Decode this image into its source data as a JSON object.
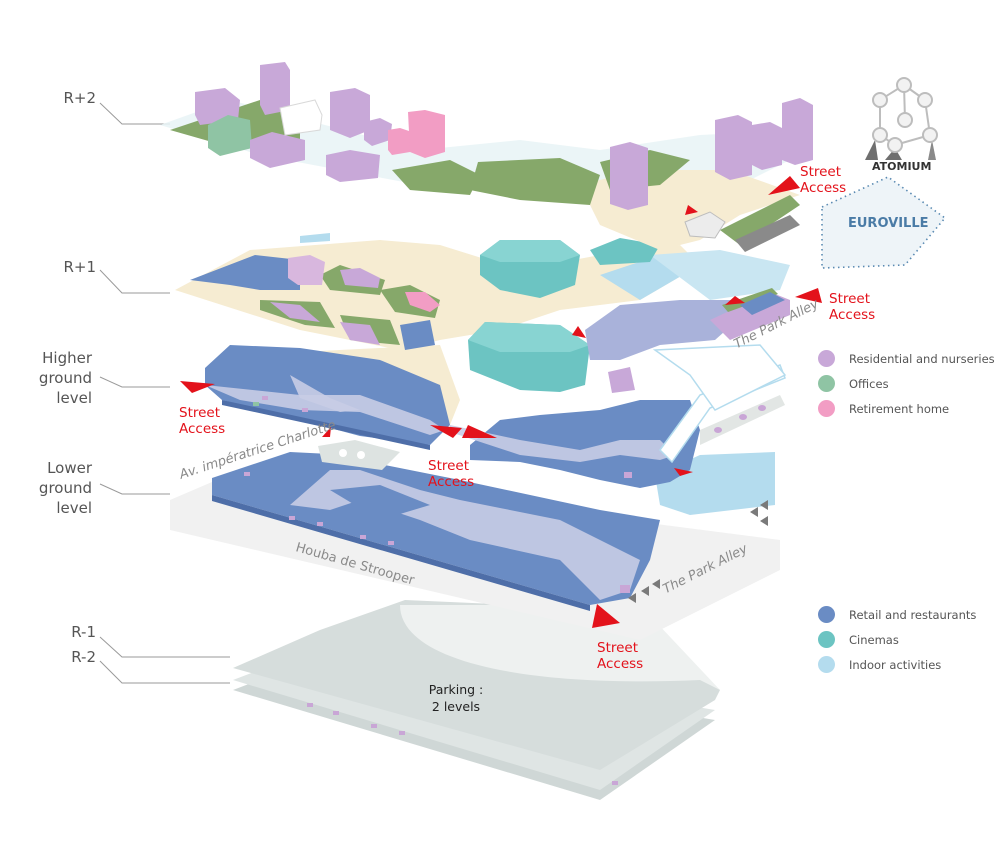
{
  "diagram": {
    "type": "exploded-axonometric",
    "levels": [
      {
        "id": "r+2",
        "label": "R+2"
      },
      {
        "id": "r+1",
        "label": "R+1"
      },
      {
        "id": "higher-ground",
        "label": "Higher ground level"
      },
      {
        "id": "lower-ground",
        "label": "Lower ground level"
      },
      {
        "id": "r-1",
        "label": "R-1"
      },
      {
        "id": "r-2",
        "label": "R-2"
      }
    ],
    "level_label_lines": {
      "r2": "R+2",
      "r1": "R+1",
      "higher": [
        "Higher",
        "ground",
        "level"
      ],
      "lower": [
        "Lower",
        "ground",
        "level"
      ],
      "rm1": "R-1",
      "rm2": "R-2"
    },
    "street_access": {
      "line1": "Street",
      "line2": "Access"
    },
    "streets": {
      "charlotte": "Av. impératrice Charlotte",
      "houba": "Houba de Strooper",
      "park_alley": "The Park Alley"
    },
    "landmarks": {
      "atomium": "ATOMIUM",
      "euroville": "EUROVILLE"
    },
    "parking": {
      "line1": "Parking :",
      "line2": "2 levels"
    },
    "legend_upper": [
      {
        "label": "Residential and nurseries",
        "color": "#c8a8d8"
      },
      {
        "label": "Offices",
        "color": "#8fc4a4"
      },
      {
        "label": "Retirement home",
        "color": "#f29dc4"
      }
    ],
    "legend_lower": [
      {
        "label": "Retail and restaurants",
        "color": "#6a8cc4"
      },
      {
        "label": "Cinemas",
        "color": "#6cc4c2"
      },
      {
        "label": "Indoor activities",
        "color": "#b4dcee"
      }
    ],
    "colors": {
      "access_red": "#e3121b",
      "green_roof": "#86a86a",
      "plaza": "#f6ecd2",
      "parking": "#d8dfde",
      "walkway": "#c8cce6",
      "retail": "#6a8cc4",
      "residential": "#c8a8d8",
      "cinema": "#6cc4c2",
      "indoor": "#b4dcee",
      "office": "#8fc4a4",
      "retirement": "#f29dc4"
    }
  }
}
